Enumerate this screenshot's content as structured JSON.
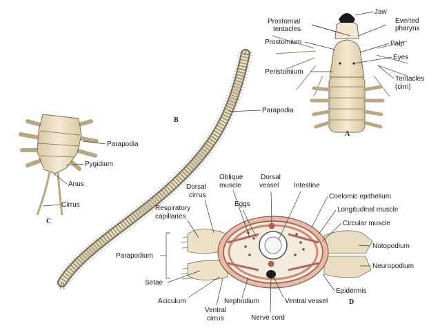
{
  "panels": {
    "a": "A",
    "b": "B",
    "c": "C",
    "d": "D"
  },
  "labels_a": {
    "jaw": "Jaw",
    "prostomial_tentacles_1": "Prostomial",
    "prostomial_tentacles_2": "tentacles",
    "everted_pharynx_1": "Everted",
    "everted_pharynx_2": "pharynx",
    "prostomium": "Prostomium",
    "palp": "Palp",
    "eyes": "Eyes",
    "peristomium": "Peristomium",
    "tentacles_1": "Tentacles",
    "tentacles_2": "(cirri)"
  },
  "labels_b": {
    "parapodia": "Parapodia"
  },
  "labels_c": {
    "parapodia": "Parapodia",
    "pygidium": "Pygidium",
    "anus": "Anus",
    "cirrus": "Cirrus"
  },
  "labels_d": {
    "dorsal_cirrus_1": "Dorsal",
    "dorsal_cirrus_2": "cirrus",
    "oblique_muscle_1": "Oblique",
    "oblique_muscle_2": "muscle",
    "dorsal_vessel_1": "Dorsal",
    "dorsal_vessel_2": "vessel",
    "intestine": "Intestine",
    "coelomic_epithelium": "Coelomic epithelium",
    "eggs": "Eggs",
    "longitudinal_muscle": "Longitudinal muscle",
    "respiratory_capillaries_1": "Respiratory",
    "respiratory_capillaries_2": "capillaries",
    "circular_muscle": "Circular muscle",
    "notopodium": "Notopodium",
    "parapodium": "Parapodium",
    "neuropodium": "Neuropodium",
    "setae": "Setae",
    "epidermis": "Epidermis",
    "aciculum": "Aciculum",
    "nephridium": "Nephridium",
    "ventral_vessel": "Ventral vessel",
    "ventral_cirrus_1": "Ventral",
    "ventral_cirrus_2": "cirrus",
    "nerve_cord": "Nerve cord"
  },
  "colors": {
    "body": "#efe2c6",
    "body_outline": "#7a6a52",
    "muscle": "#c97a6b",
    "jaw": "#1a1a1a",
    "nerve": "#1c1c1c"
  }
}
